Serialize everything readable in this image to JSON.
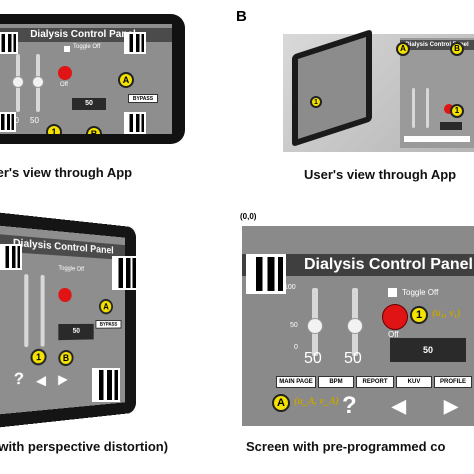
{
  "panels": {
    "a": {
      "caption": "User's view through App"
    },
    "b": {
      "letter": "B",
      "caption": "User's view through App"
    },
    "c": {
      "caption": "(with perspective distortion)"
    },
    "d": {
      "caption": "Screen with pre-programmed co",
      "origin": "(0,0)"
    }
  },
  "ui": {
    "title": "Dialysis Control Panel",
    "toggle_label": "Toggle Off",
    "off_label": "Off",
    "display_value": "50",
    "bypass_label": "BYPASS",
    "slider_values": [
      "50",
      "50"
    ],
    "axis_ticks": [
      "100",
      "50",
      "0"
    ],
    "nav": {
      "help": "?",
      "back": "◀",
      "forward": "▶"
    },
    "tabs": [
      "MAIN PAGE",
      "BPM",
      "REPORT",
      "KUV",
      "PROFILE"
    ],
    "markers": {
      "one": "1",
      "a": "A",
      "b": "B"
    },
    "coords": {
      "one": "(u₁, v₁)",
      "a": "(u_A, v_A)"
    }
  }
}
